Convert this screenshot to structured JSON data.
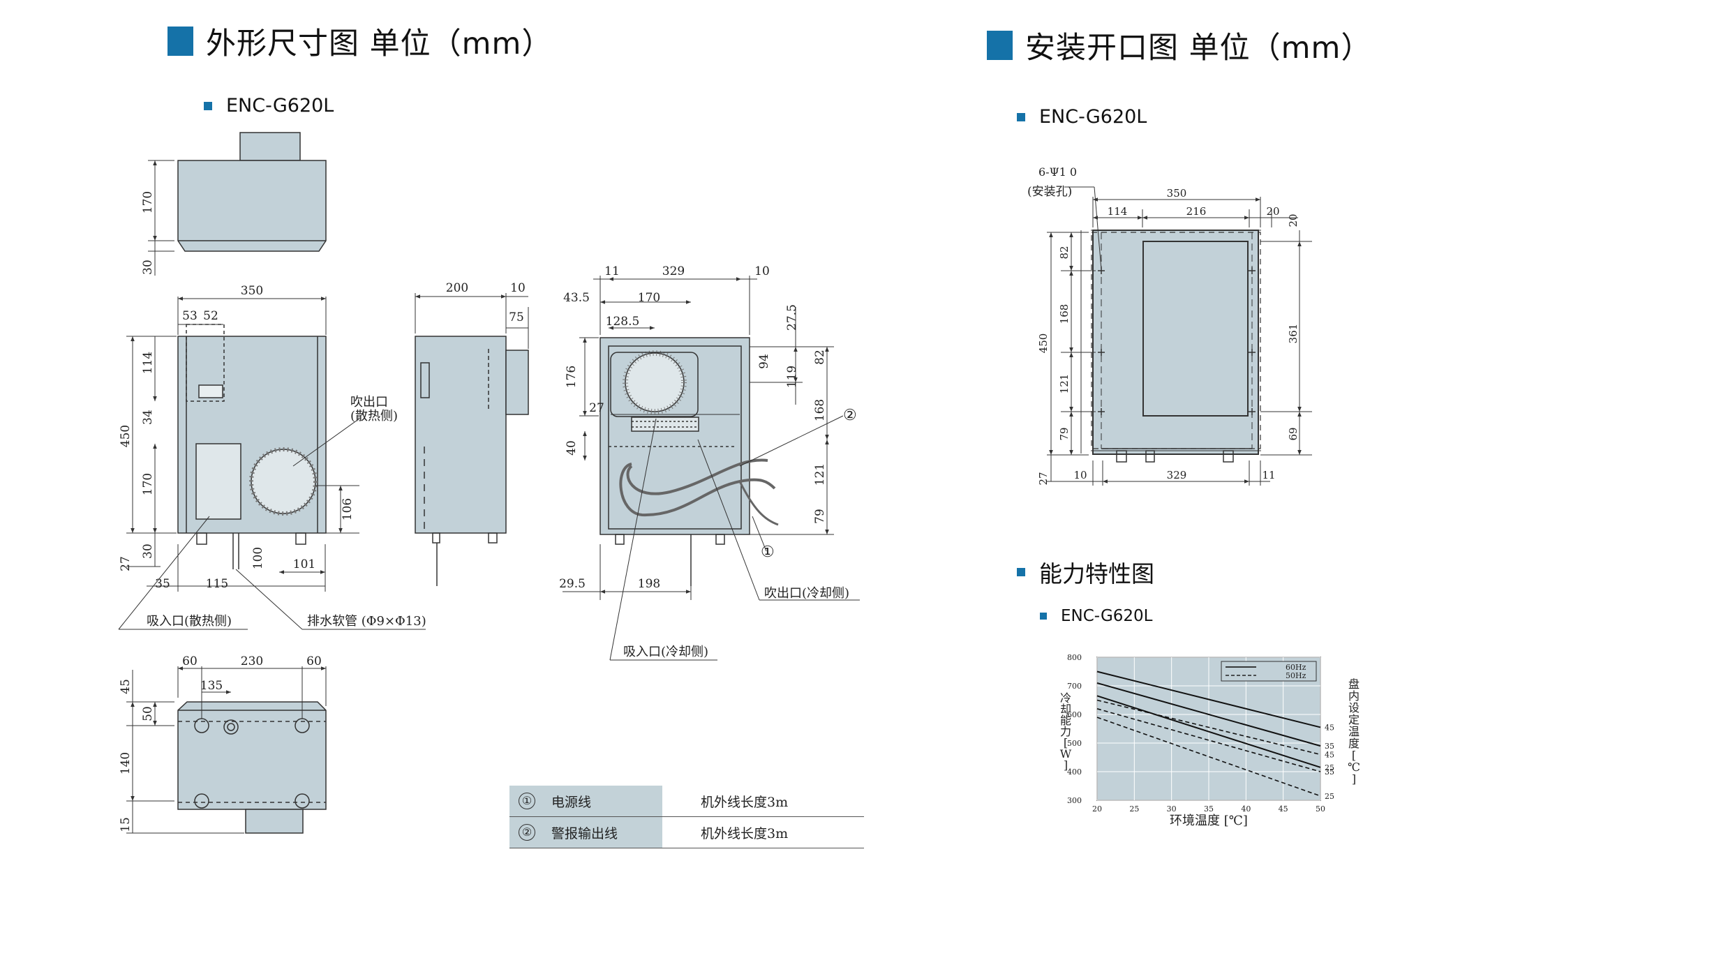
{
  "headers": {
    "left_title": "外形尺寸图 单位（mm）",
    "right_title": "安装开口图 单位（mm）",
    "left_model": "ENC-G620L",
    "right_model": "ENC-G620L",
    "capability_title": "能力特性图",
    "capability_model": "ENC-G620L"
  },
  "diagram_labels": {
    "outlet_hot": "吹出口\n(散热侧)",
    "inlet_hot": "吸入口(散热侧)",
    "drain_hose": "排水软管 (Φ9×Φ13)",
    "outlet_cold": "吹出口(冷却侧)",
    "inlet_cold": "吸入口(冷却侧)",
    "callout_1": "①",
    "callout_2": "②",
    "mount_hole": "6-Ψ1 0",
    "mount_hole_note": "(安装孔)"
  },
  "dims": {
    "top_170": "170",
    "top_30": "30",
    "front_350": "350",
    "front_53": "53",
    "front_52": "52",
    "front_114": "114",
    "front_34": "34",
    "front_170": "170",
    "front_30": "30",
    "front_450": "450",
    "front_27": "27",
    "front_106": "106",
    "front_35": "35",
    "front_115": "115",
    "front_100": "100",
    "front_101": "101",
    "side_200": "200",
    "side_10": "10",
    "side_75": "75",
    "back_11": "11",
    "back_329": "329",
    "back_10": "10",
    "back_43_5": "43.5",
    "back_170": "170",
    "back_128_5": "128.5",
    "back_27_5": "27.5",
    "back_176": "176",
    "back_94": "94",
    "back_119": "119",
    "back_82": "82",
    "back_27": "27",
    "back_168": "168",
    "back_40": "40",
    "back_121": "121",
    "back_79": "79",
    "back_29_5": "29.5",
    "back_198": "198",
    "bot_60a": "60",
    "bot_230": "230",
    "bot_60b": "60",
    "bot_135": "135",
    "bot_45": "45",
    "bot_50": "50",
    "bot_140": "140",
    "bot_15": "15",
    "cut_350": "350",
    "cut_114": "114",
    "cut_216": "216",
    "cut_20a": "20",
    "cut_20b": "20",
    "cut_82": "82",
    "cut_168": "168",
    "cut_450": "450",
    "cut_121": "121",
    "cut_79": "79",
    "cut_27": "27",
    "cut_361": "361",
    "cut_69": "69",
    "cut_10": "10",
    "cut_329": "329",
    "cut_11": "11"
  },
  "table": [
    {
      "no": "①",
      "name": "电源线",
      "desc": "机外线长度3m"
    },
    {
      "no": "②",
      "name": "警报输出线",
      "desc": "机外线长度3m"
    }
  ],
  "chart_data": {
    "type": "line",
    "xlabel": "环境温度 [℃]",
    "ylabel": "冷却能力[W]",
    "right_label": "盘内设定温度[℃]",
    "xlim": [
      20,
      50
    ],
    "ylim": [
      300,
      800
    ],
    "x_ticks": [
      "20",
      "25",
      "30",
      "35",
      "40",
      "45",
      "50"
    ],
    "y_ticks": [
      "300",
      "400",
      "500",
      "600",
      "700",
      "800"
    ],
    "legend": [
      "60Hz",
      "50Hz"
    ],
    "legend_position": "top-right",
    "grid": true,
    "series": [
      {
        "name": "60Hz",
        "label": "45",
        "x": [
          20,
          50
        ],
        "values": [
          750,
          555
        ]
      },
      {
        "name": "60Hz",
        "label": "35",
        "x": [
          20,
          50
        ],
        "values": [
          710,
          490
        ]
      },
      {
        "name": "60Hz",
        "label": "25",
        "x": [
          20,
          50
        ],
        "values": [
          665,
          415
        ]
      },
      {
        "name": "50Hz",
        "label": "45",
        "x": [
          20,
          50
        ],
        "values": [
          650,
          460
        ]
      },
      {
        "name": "50Hz",
        "label": "35",
        "x": [
          20,
          50
        ],
        "values": [
          620,
          400
        ]
      },
      {
        "name": "50Hz",
        "label": "25",
        "x": [
          20,
          50
        ],
        "values": [
          590,
          315
        ]
      }
    ]
  }
}
